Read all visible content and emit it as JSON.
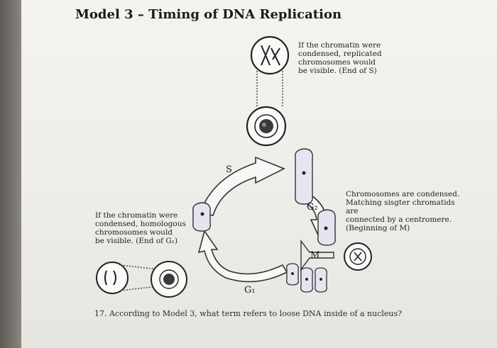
{
  "title": "Model 3 – Timing of DNA Replication",
  "notes": {
    "top": "If the chromatin were\ncondensed, replicated\nchromosomes would\nbe visible. (End of S)",
    "right": "Chromosomes are condensed.\nMatching sisgter chromatids are\nconnected by a centromere.\n(Beginning of M)",
    "left": "If the chromatin were\ncondensed, homologous\nchromosomes would\nbe visible. (End of G₁)"
  },
  "phases": {
    "s": "S",
    "g2": "G₂",
    "m": "M",
    "g1": "G₁"
  },
  "question": "17.  According to Model 3, what term refers to loose DNA inside of a nucleus?",
  "colors": {
    "arrow_fill": "#f7f7f5",
    "arrow_stroke": "#333333",
    "cell_fill": "#e4e5f0",
    "nucleus_fill": "#3a3a3a"
  }
}
